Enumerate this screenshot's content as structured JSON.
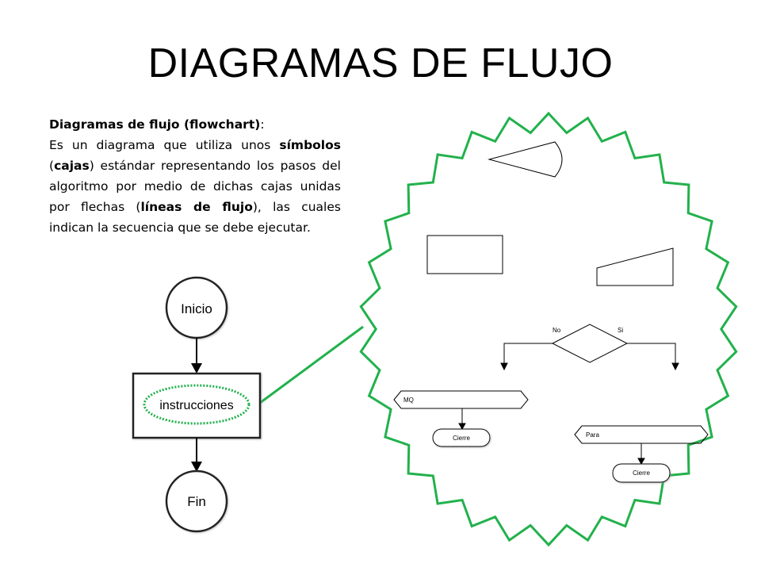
{
  "slide": {
    "title": "DIAGRAMAS DE FLUJO"
  },
  "definition": {
    "subtitle": "Diagramas de flujo (flowchart)",
    "subtitle_suffix": ":",
    "segments": [
      {
        "text": "Es un diagrama que utiliza unos ",
        "bold": false
      },
      {
        "text": "símbolos",
        "bold": true
      },
      {
        "text": " (",
        "bold": false
      },
      {
        "text": "cajas",
        "bold": true
      },
      {
        "text": ") estándar representando los pasos del algoritmo por medio de dichas cajas unidas por flechas (",
        "bold": false
      },
      {
        "text": "líneas de flujo",
        "bold": true
      },
      {
        "text": "), las cuales indican la secuencia que se debe ejecutar.",
        "bold": false
      }
    ]
  },
  "flowchart": {
    "start_label": "Inicio",
    "process_label": "instrucciones",
    "end_label": "Fin"
  },
  "symbols": {
    "decision_no": "No",
    "decision_si": "Si",
    "loop_mq": "MQ",
    "loop_para": "Para",
    "cierre_1": "Cierre",
    "cierre_2": "Cierre"
  },
  "colors": {
    "accent_green": "#22b14c",
    "line": "#000000"
  }
}
